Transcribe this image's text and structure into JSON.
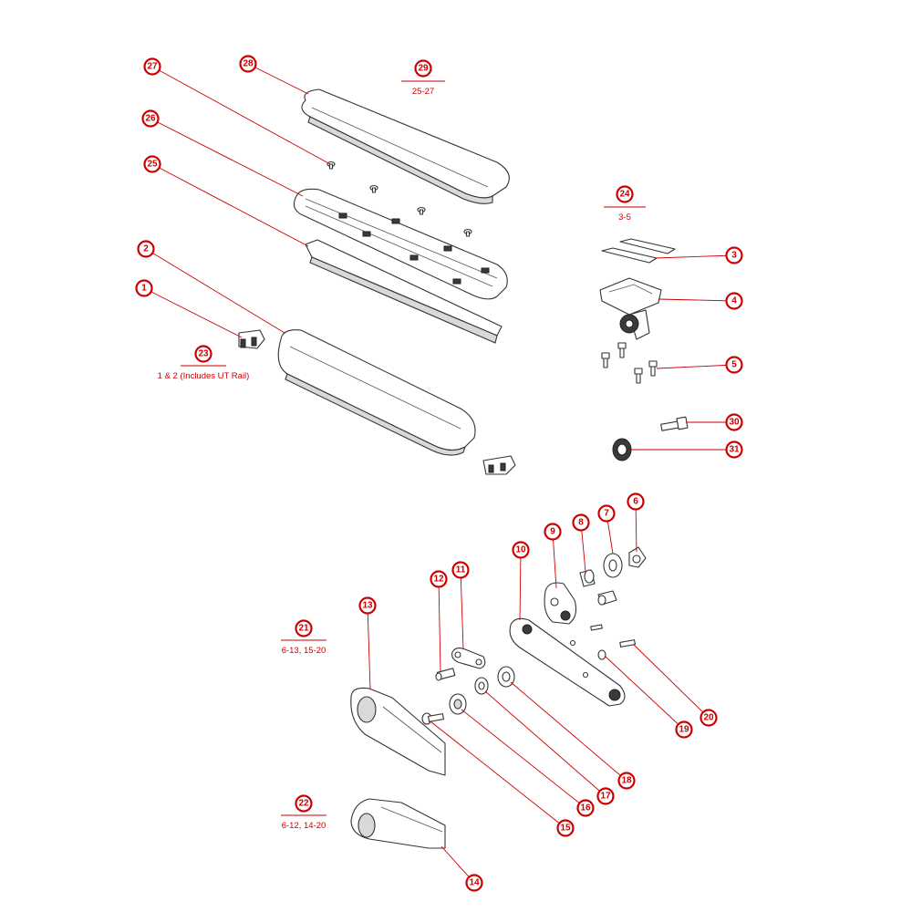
{
  "callouts": [
    {
      "id": "c1",
      "label": "1"
    },
    {
      "id": "c2",
      "label": "2"
    },
    {
      "id": "c3",
      "label": "3"
    },
    {
      "id": "c4",
      "label": "4"
    },
    {
      "id": "c5",
      "label": "5"
    },
    {
      "id": "c6",
      "label": "6"
    },
    {
      "id": "c7",
      "label": "7"
    },
    {
      "id": "c8",
      "label": "8"
    },
    {
      "id": "c9",
      "label": "9"
    },
    {
      "id": "c10",
      "label": "10"
    },
    {
      "id": "c11",
      "label": "11"
    },
    {
      "id": "c12",
      "label": "12"
    },
    {
      "id": "c13",
      "label": "13"
    },
    {
      "id": "c14",
      "label": "14"
    },
    {
      "id": "c15",
      "label": "15"
    },
    {
      "id": "c16",
      "label": "16"
    },
    {
      "id": "c17",
      "label": "17"
    },
    {
      "id": "c18",
      "label": "18"
    },
    {
      "id": "c19",
      "label": "19"
    },
    {
      "id": "c20",
      "label": "20"
    },
    {
      "id": "c25",
      "label": "25"
    },
    {
      "id": "c26",
      "label": "26"
    },
    {
      "id": "c27",
      "label": "27"
    },
    {
      "id": "c28",
      "label": "28"
    },
    {
      "id": "c30",
      "label": "30"
    },
    {
      "id": "c31",
      "label": "31"
    }
  ],
  "kits": [
    {
      "id": "k21",
      "label": "21",
      "contents": "6-13, 15-20"
    },
    {
      "id": "k22",
      "label": "22",
      "contents": "6-12, 14-20"
    },
    {
      "id": "k23",
      "label": "23",
      "contents": "1 & 2 (Includes UT Rail)"
    },
    {
      "id": "k24",
      "label": "24",
      "contents": "3-5"
    },
    {
      "id": "k29",
      "label": "29",
      "contents": "25-27"
    }
  ]
}
